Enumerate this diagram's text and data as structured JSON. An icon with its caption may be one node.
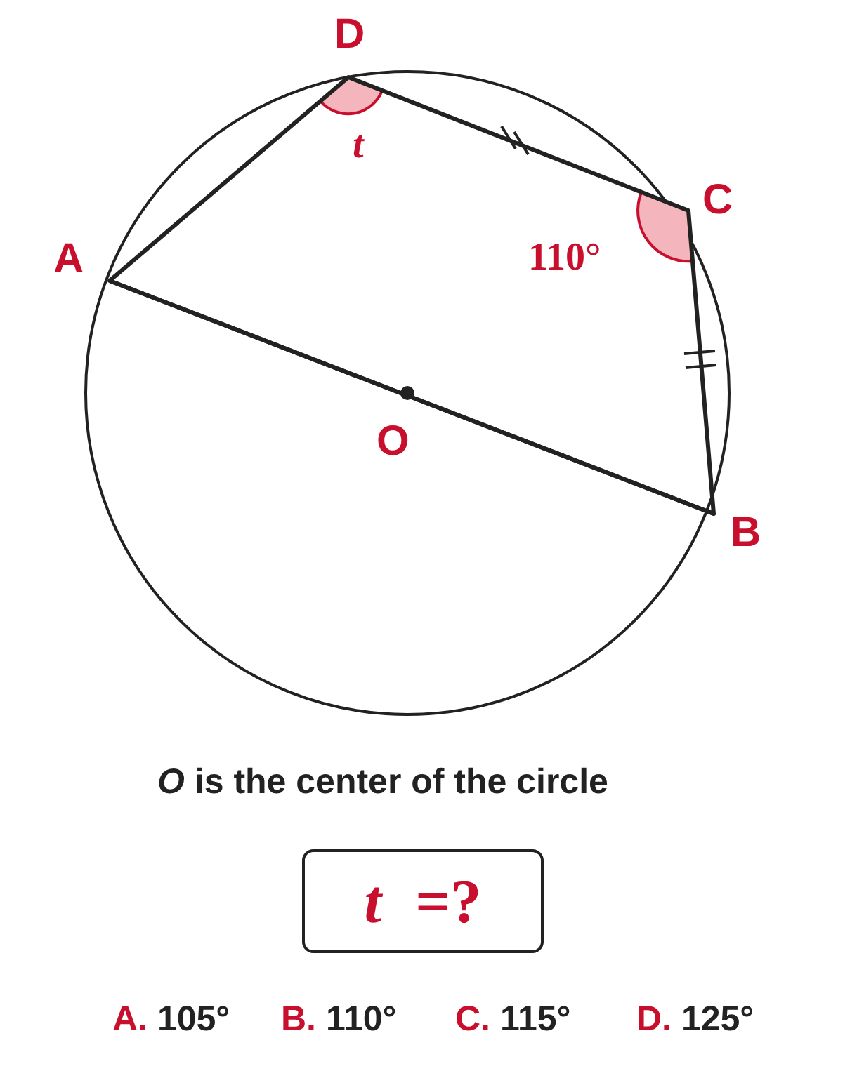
{
  "diagram": {
    "nodes": [
      {
        "text": [
          "*t* =?"
        ]
      }
    ],
    "labels": [
      "D",
      "*t*",
      "C",
      "A",
      "110°",
      "O",
      "B",
      "*O* is the center of the circle",
      "A. 105°",
      "B. 110°",
      "C. 115°",
      "D. 125°"
    ]
  }
}
